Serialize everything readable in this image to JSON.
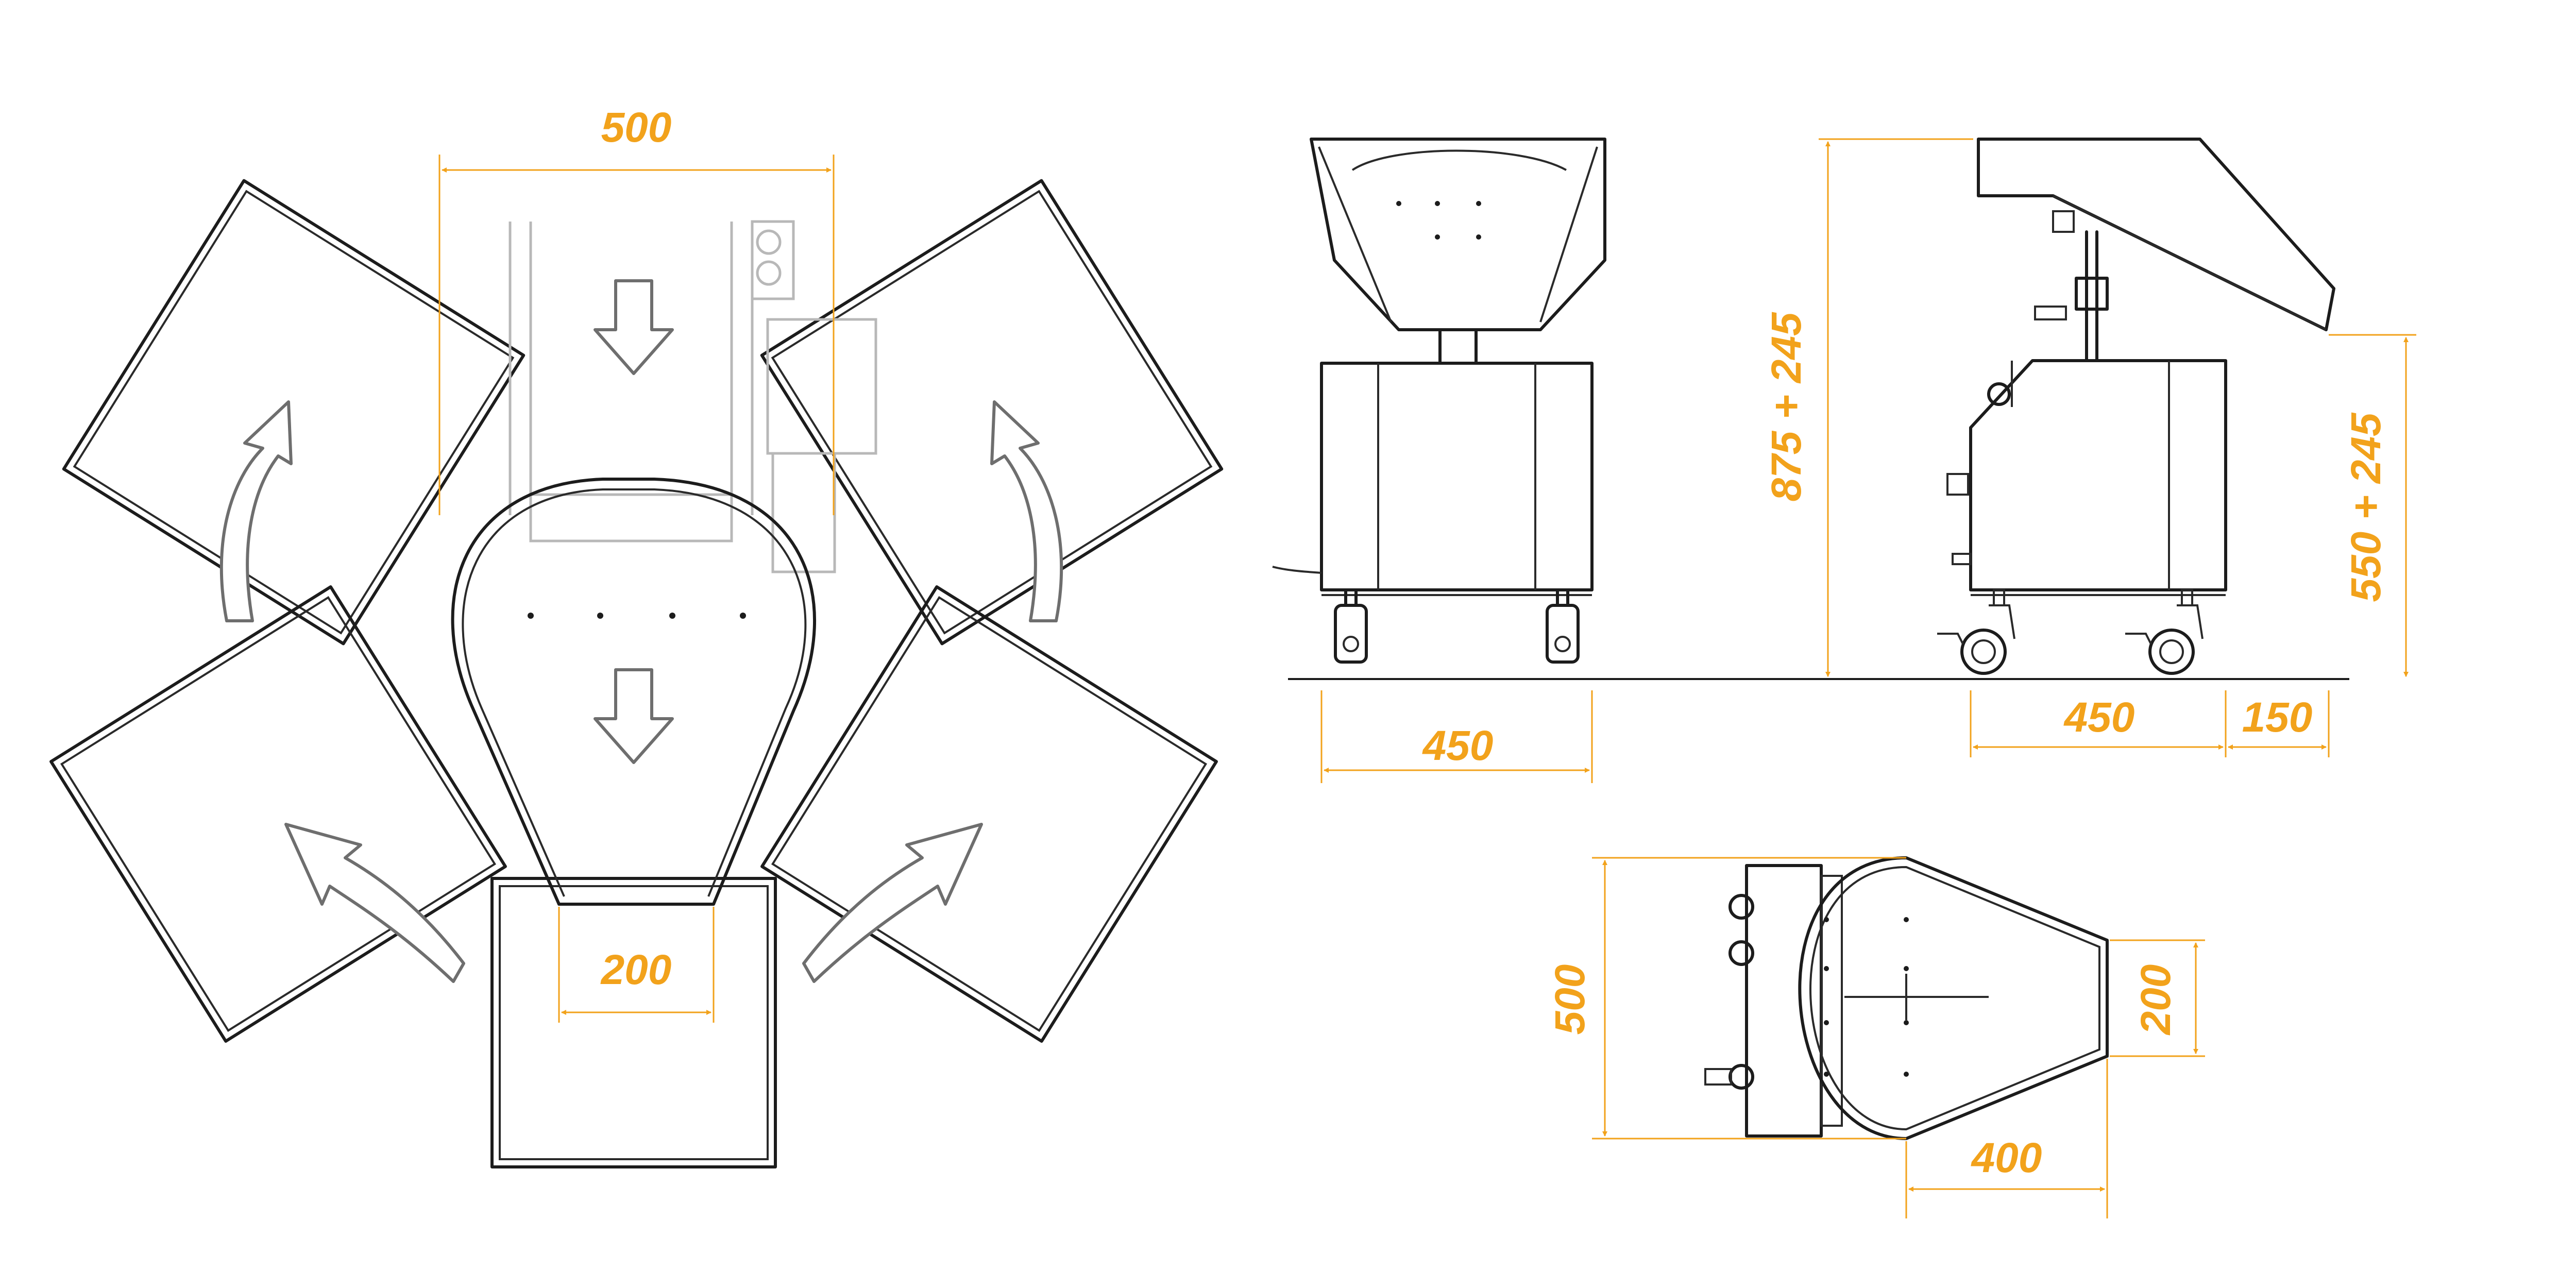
{
  "colors": {
    "dimension": "#f2a21b",
    "outline": "#1c1c1c",
    "ghost": "#b8b8b8",
    "flow_arrow": "#6e6e6e"
  },
  "top_view_arc": {
    "dim_width": "500",
    "dim_outlet": "200"
  },
  "front_view": {
    "dim_width": "450"
  },
  "side_view": {
    "dim_total_height": "875 + 245",
    "dim_base_height": "550 + 245",
    "dim_depth": "450",
    "dim_overhang": "150"
  },
  "plan_view": {
    "dim_width": "500",
    "dim_outlet": "200",
    "dim_length": "400"
  }
}
